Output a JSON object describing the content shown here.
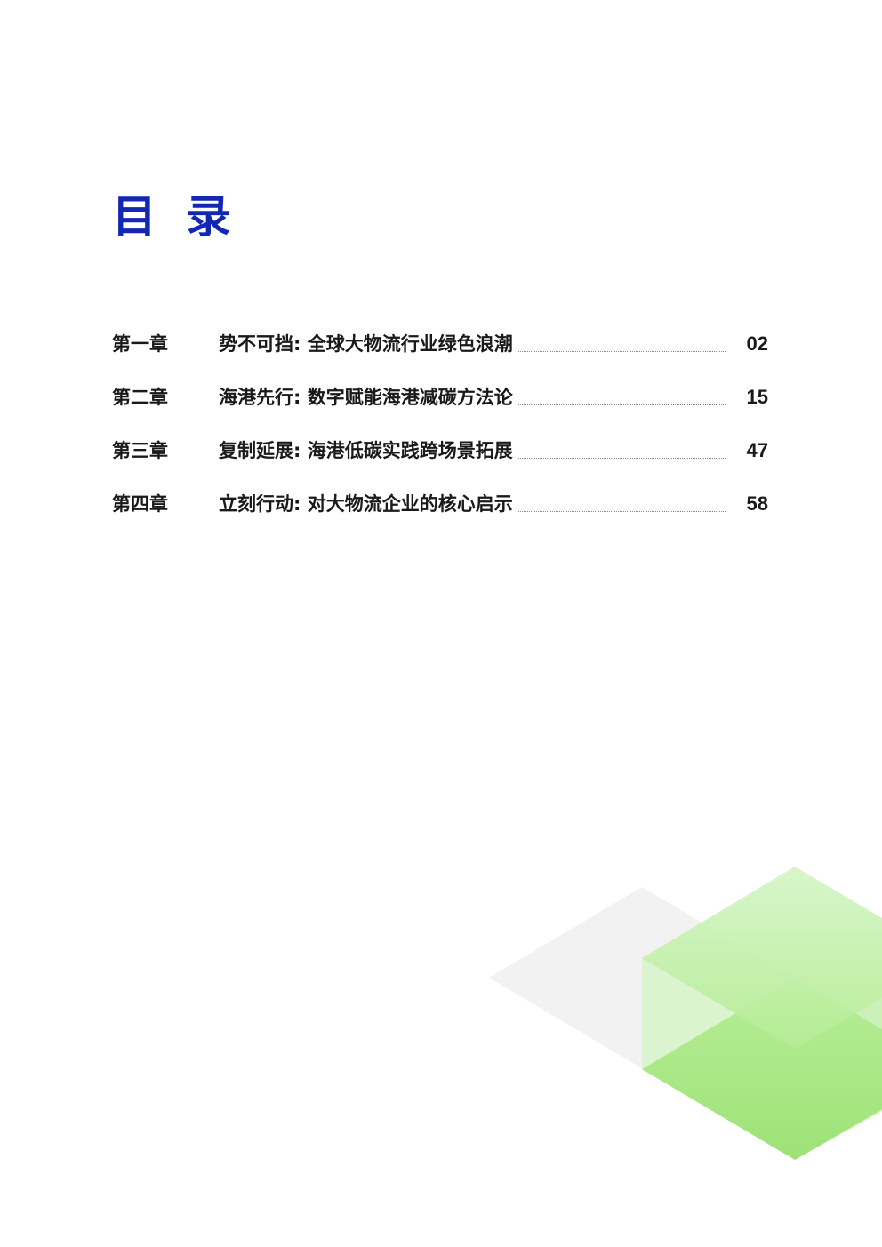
{
  "title": "目 录",
  "toc": [
    {
      "chapter": "第一章",
      "heading": "势不可挡: 全球大物流行业绿色浪潮",
      "page": "02"
    },
    {
      "chapter": "第二章",
      "heading": "海港先行: 数字赋能海港减碳方法论",
      "page": "15"
    },
    {
      "chapter": "第三章",
      "heading": "复制延展: 海港低碳实践跨场景拓展",
      "page": "47"
    },
    {
      "chapter": "第四章",
      "heading": "立刻行动: 对大物流企业的核心启示",
      "page": "58"
    }
  ],
  "colors": {
    "title": "#1228b3",
    "text": "#1a1a1a",
    "leader": "#8a8a8a",
    "decor_gray": "#f2f2f2",
    "decor_green_light": "#d2f2c4",
    "decor_green": "#a6e67c"
  }
}
